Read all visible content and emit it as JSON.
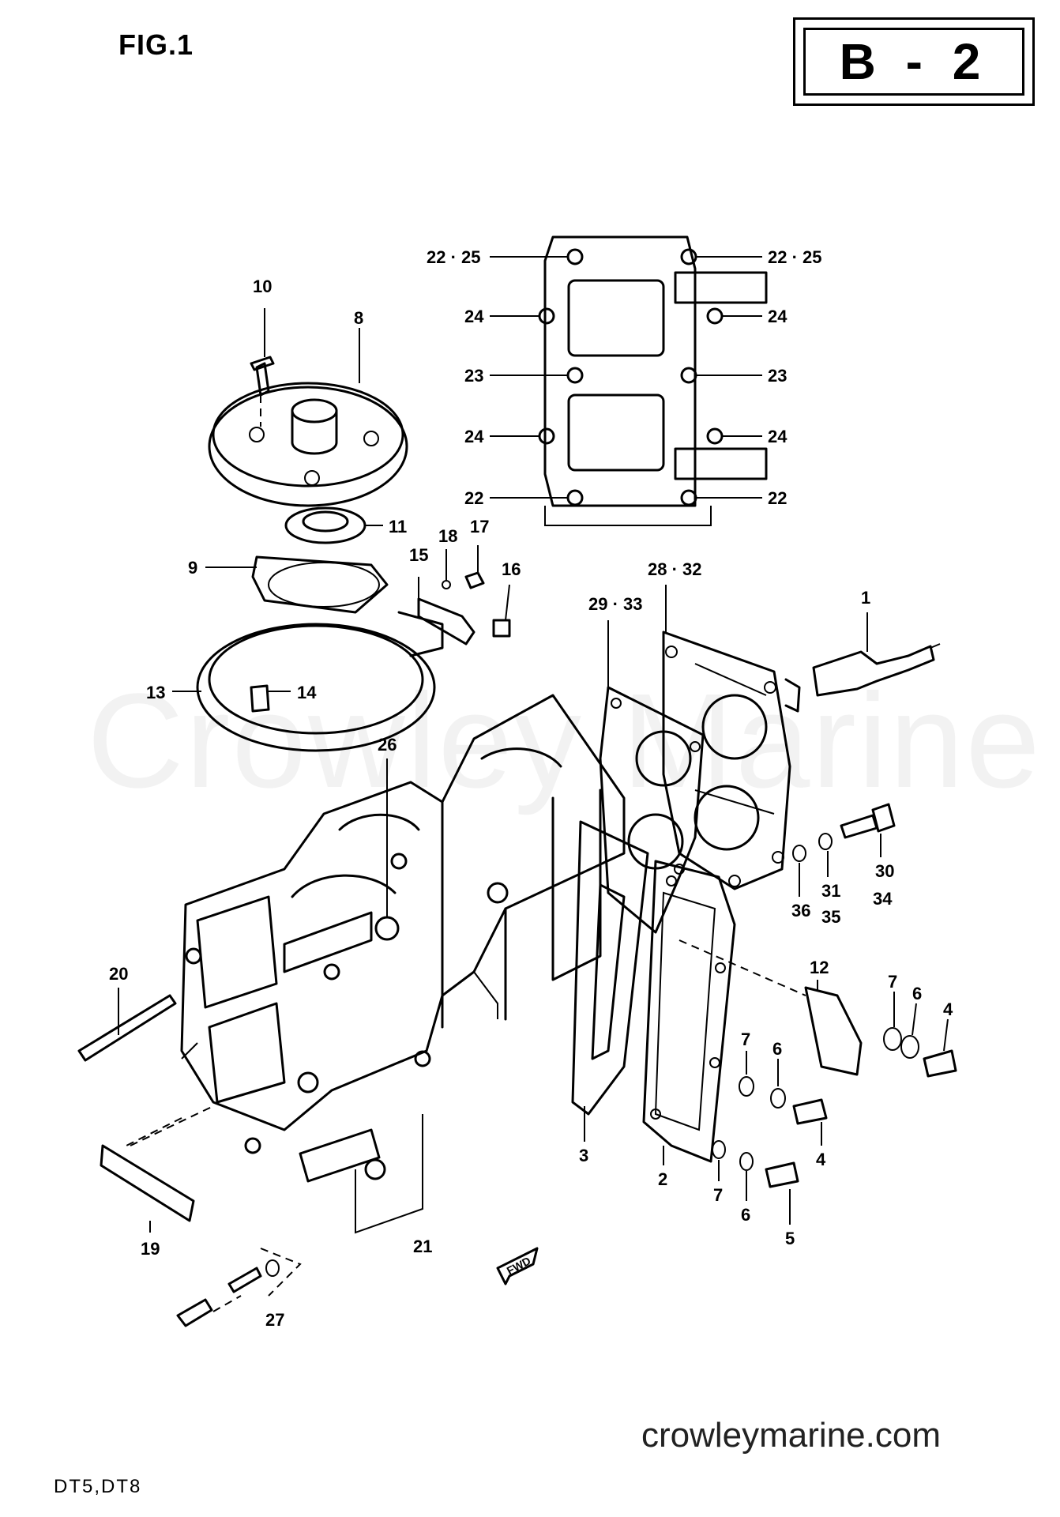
{
  "figure_label": "FIG.1",
  "page_code": "B - 2",
  "model_label": "DT5,DT8",
  "website": "crowleymarine.com",
  "watermark": "Crowley Marine",
  "direction_label": "FWD",
  "callouts": {
    "c1": "1",
    "c2": "2",
    "c3": "3",
    "c4a": "4",
    "c4b": "4",
    "c5": "5",
    "c6a": "6",
    "c6b": "6",
    "c6c": "6",
    "c7a": "7",
    "c7b": "7",
    "c7c": "7",
    "c8": "8",
    "c9": "9",
    "c10": "10",
    "c11": "11",
    "c12": "12",
    "c13": "13",
    "c14": "14",
    "c15": "15",
    "c16": "16",
    "c17": "17",
    "c18": "18",
    "c19": "19",
    "c20": "20",
    "c21": "21",
    "c22a": "22",
    "c22b": "22",
    "c2225a": "22 · 25",
    "c2225b": "22 · 25",
    "c23a": "23",
    "c23b": "23",
    "c24a": "24",
    "c24b": "24",
    "c24c": "24",
    "c24d": "24",
    "c26": "26",
    "c27": "27",
    "c2832": "28 · 32",
    "c2933": "29 · 33",
    "c30": "30",
    "c34": "34",
    "c31": "31",
    "c35": "35",
    "c36": "36"
  },
  "colors": {
    "ink": "#000000",
    "paper": "#ffffff",
    "watermark": "#0000000d"
  }
}
